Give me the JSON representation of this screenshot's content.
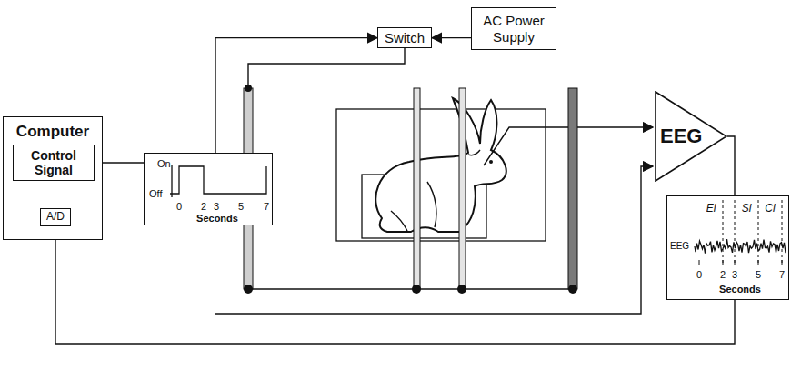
{
  "diagram": {
    "nodes": [
      {
        "text": [
          "Computer"
        ]
      },
      {
        "text": [
          "Control Signal"
        ],
        "in": 0
      },
      {
        "text": [
          "A/D"
        ],
        "in": 0
      },
      {
        "text": [
          "On",
          "Off",
          "0",
          "2",
          "3",
          "5",
          "7",
          "Seconds"
        ]
      },
      {
        "text": [
          "Switch"
        ]
      },
      {
        "text": [
          "AC Power Supply"
        ]
      },
      {
        "text": [
          "EEG"
        ]
      },
      {
        "text": [
          "Ei",
          "Si",
          "Ci",
          "EEG",
          "0",
          "2",
          "3",
          "5",
          "7",
          "Seconds"
        ]
      }
    ],
    "edges": [
      {
        "from": 1,
        "to": 3,
        "arrow": "none"
      },
      {
        "from": 3,
        "to": 4,
        "arrow": "to"
      },
      {
        "from": 5,
        "to": 4,
        "arrow": "to"
      },
      {
        "from": 6,
        "to": 2,
        "arrow": "to"
      }
    ]
  }
}
